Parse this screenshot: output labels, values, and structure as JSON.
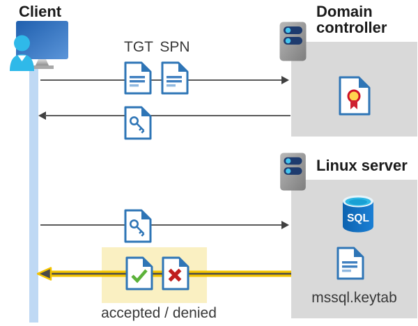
{
  "actors": {
    "client": {
      "label": "Client"
    },
    "domain_controller": {
      "label": "Domain controller"
    },
    "linux_server": {
      "label": "Linux server",
      "keytab_label": "mssql.keytab"
    }
  },
  "messages": {
    "ticket_request": {
      "artifact_labels": {
        "tgt": "TGT",
        "spn": "SPN"
      }
    },
    "ticket_response": {
      "artifact": "key-document"
    },
    "service_request": {
      "artifact": "key-document"
    },
    "service_response": {
      "caption": "accepted / denied",
      "highlighted": true
    }
  },
  "icons": {
    "client": "person-at-monitor",
    "domain_controller": "server-rack",
    "linux_server": "server-rack",
    "certificate": "certificate-document",
    "tgt": "text-document",
    "spn": "text-document",
    "key": "key-document",
    "sql": "sql-database-cylinder",
    "accepted": "check-document",
    "denied": "cross-document",
    "keytab": "text-document"
  },
  "colors": {
    "document_blue": "#2e75b6",
    "box_gray": "#d9d9d9",
    "lifeline_blue": "#bfd9f4",
    "arrow_gray": "#595959",
    "arrowhead_gray": "#404040",
    "highlight_yellow": "#f5c400",
    "highlight_bg": "#faf0c2",
    "check_green": "#5cb23a",
    "cross_red": "#c01e1e",
    "cyan_accent": "#2fb9e9",
    "navy_pill": "#1e3b6e",
    "sql_blue": "#106ec0",
    "rosette_yellow": "#ffd44f",
    "rosette_red": "#ce1126"
  }
}
